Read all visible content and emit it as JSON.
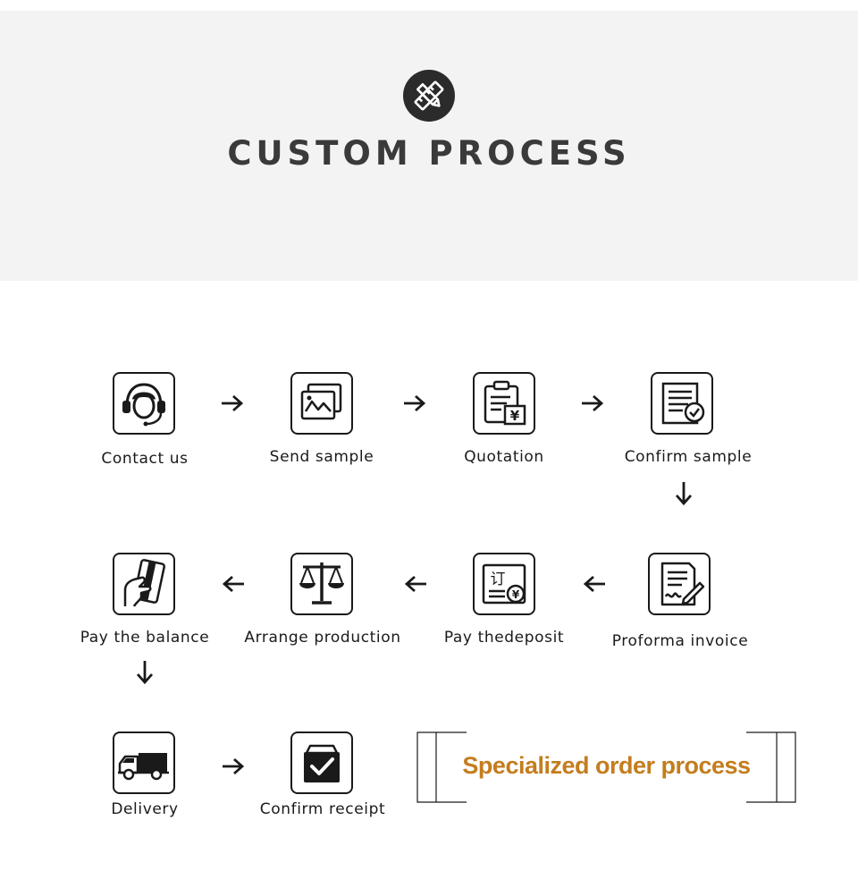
{
  "header": {
    "title": "CUSTOM PROCESS",
    "logo_icon": "pencil-ruler-icon"
  },
  "colors": {
    "header_bg": "#f3f3f3",
    "banner_text": "#c47d1e",
    "ink": "#1a1a1a"
  },
  "steps": [
    {
      "label": "Contact us",
      "icon": "headset-support-icon"
    },
    {
      "label": "Send sample",
      "icon": "image-samples-icon"
    },
    {
      "label": "Quotation",
      "icon": "clipboard-yen-icon"
    },
    {
      "label": "Confirm sample",
      "icon": "document-check-icon"
    },
    {
      "label": "Proforma invoice",
      "icon": "document-signature-icon"
    },
    {
      "label": "Pay thedeposit",
      "icon": "order-yen-icon"
    },
    {
      "label": "Arrange production",
      "icon": "balance-scale-icon"
    },
    {
      "label": "Pay the balance",
      "icon": "hand-card-icon"
    },
    {
      "label": "Delivery",
      "icon": "truck-icon"
    },
    {
      "label": "Confirm receipt",
      "icon": "box-check-icon"
    }
  ],
  "banner": {
    "text": "Specialized order process"
  }
}
